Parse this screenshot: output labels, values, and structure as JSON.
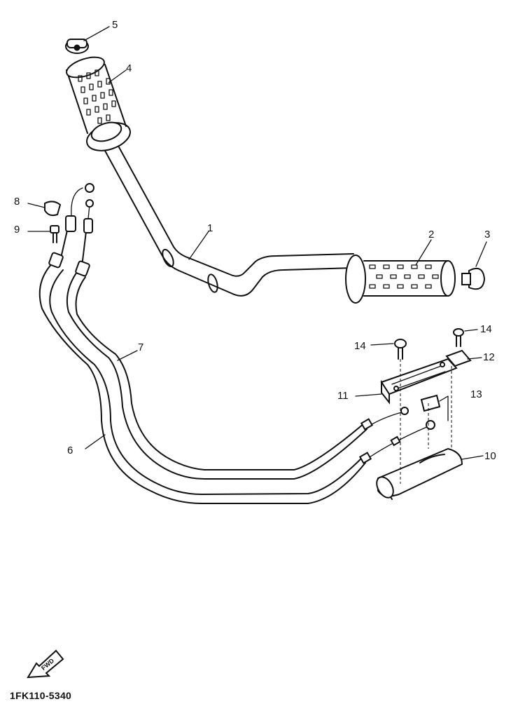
{
  "diagram": {
    "callouts": [
      {
        "id": "1",
        "text": "1"
      },
      {
        "id": "2",
        "text": "2"
      },
      {
        "id": "3",
        "text": "3"
      },
      {
        "id": "4",
        "text": "4"
      },
      {
        "id": "5",
        "text": "5"
      },
      {
        "id": "6",
        "text": "6"
      },
      {
        "id": "7",
        "text": "7"
      },
      {
        "id": "8",
        "text": "8"
      },
      {
        "id": "9",
        "text": "9"
      },
      {
        "id": "10",
        "text": "10"
      },
      {
        "id": "11",
        "text": "11"
      },
      {
        "id": "12",
        "text": "12"
      },
      {
        "id": "13",
        "text": "13"
      },
      {
        "id": "14a",
        "text": "14"
      },
      {
        "id": "14b",
        "text": "14"
      }
    ],
    "fwd_label": "FWD",
    "drawing_code": "1FK110-5340"
  }
}
